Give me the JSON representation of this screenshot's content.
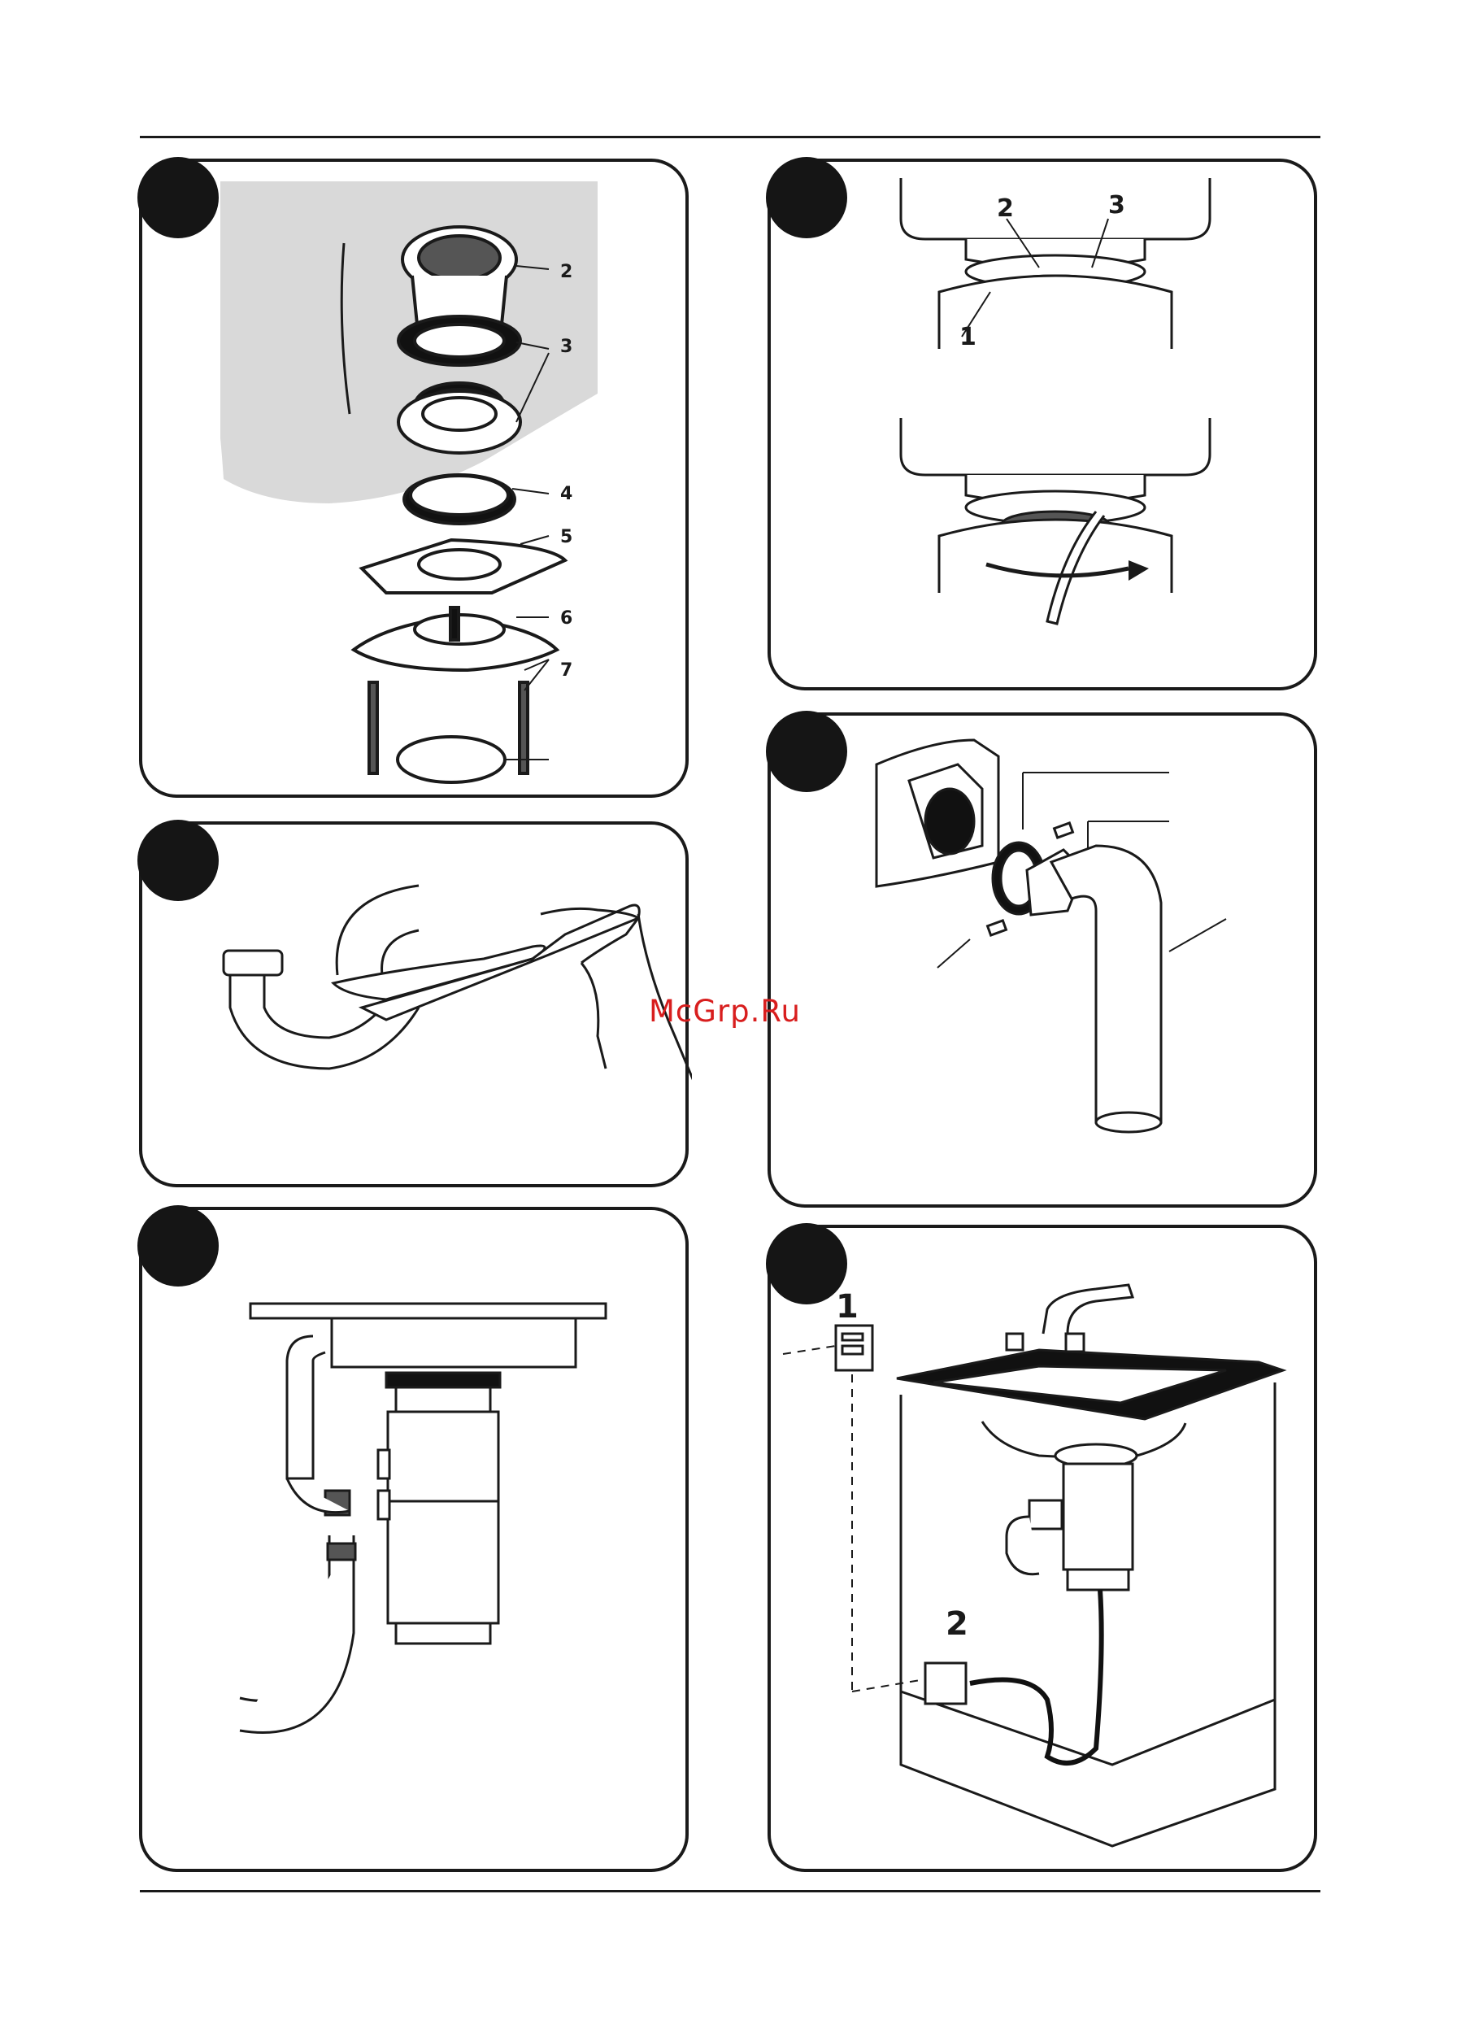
{
  "watermark": "McGrp.Ru",
  "panels": {
    "flange_parts": {
      "labels": [
        "2",
        "3",
        "4",
        "5",
        "6",
        "7"
      ]
    },
    "mount_ring": {
      "labels": [
        "2",
        "3",
        "1"
      ]
    },
    "wiring": {
      "labels": [
        "1",
        "2"
      ]
    }
  },
  "colors": {
    "ink": "#1a1a1a",
    "sink_fill": "#d9d9d9",
    "watermark": "#d81e1e"
  }
}
